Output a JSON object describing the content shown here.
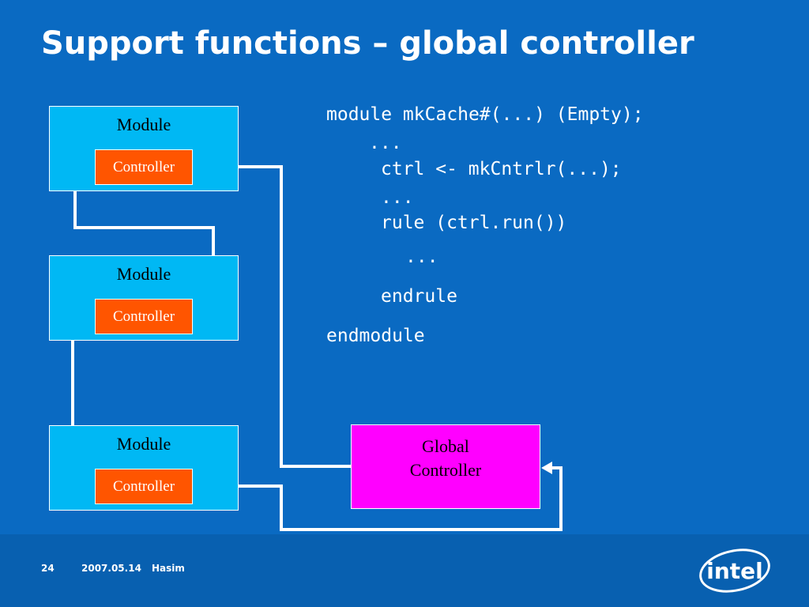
{
  "slide": {
    "title": "Support functions – global controller"
  },
  "diagram": {
    "modules": [
      {
        "label": "Module",
        "controller_label": "Controller"
      },
      {
        "label": "Module",
        "controller_label": "Controller"
      },
      {
        "label": "Module",
        "controller_label": "Controller"
      }
    ],
    "global_controller": {
      "line1": "Global",
      "line2": "Controller"
    }
  },
  "code": {
    "lines": [
      "module mkCache#(...) (Empty);",
      "...",
      "ctrl <- mkCntrlr(...);",
      "...",
      "rule (ctrl.run())",
      "...",
      "endrule",
      "endmodule"
    ]
  },
  "footer": {
    "page_number": "24",
    "date": "2007.05.14",
    "author": "Hasim"
  },
  "logo": {
    "text": "intel"
  },
  "colors": {
    "background": "#0a6ac2",
    "module_fill": "#00b8f4",
    "controller_fill": "#ff5500",
    "global_fill": "#ff00ff",
    "wire": "#ffffff"
  }
}
